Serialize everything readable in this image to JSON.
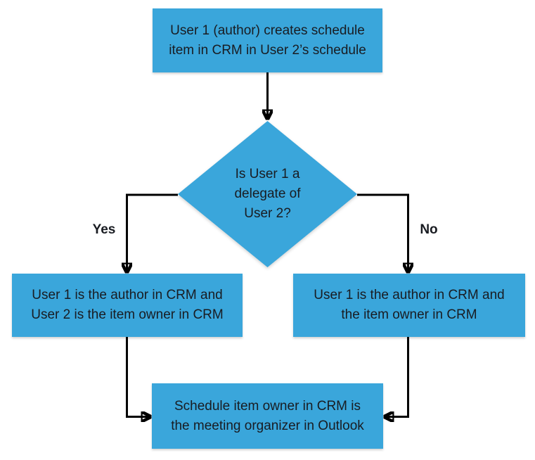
{
  "colors": {
    "node_fill": "#3AA6DB",
    "text": "#191C22",
    "arrow": "#000000",
    "background": "#FFFFFF"
  },
  "nodes": {
    "start": "User 1 (author) creates schedule\nitem in CRM in User 2’s schedule",
    "decision": "Is User 1 a\ndelegate of\nUser 2?",
    "delegate_yes": "User 1 is the author in CRM and\nUser 2 is the item owner in CRM",
    "delegate_no": "User 1 is the author in CRM and\nthe item owner in CRM",
    "end": "Schedule item owner in CRM is\nthe meeting organizer in Outlook"
  },
  "edge_labels": {
    "yes": "Yes",
    "no": "No"
  }
}
